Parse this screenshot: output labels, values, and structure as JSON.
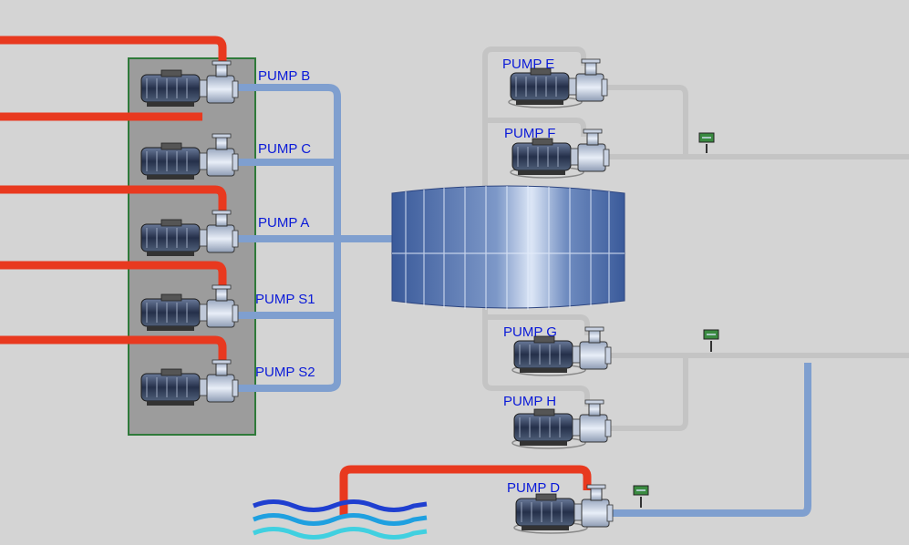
{
  "pumps": [
    {
      "id": "B",
      "label": "PUMP B"
    },
    {
      "id": "C",
      "label": "PUMP C"
    },
    {
      "id": "A",
      "label": "PUMP A"
    },
    {
      "id": "S1",
      "label": "PUMP S1"
    },
    {
      "id": "S2",
      "label": "PUMP S2"
    },
    {
      "id": "E",
      "label": "PUMP E"
    },
    {
      "id": "F",
      "label": "PUMP F"
    },
    {
      "id": "G",
      "label": "PUMP G"
    },
    {
      "id": "H",
      "label": "PUMP H"
    },
    {
      "id": "D",
      "label": "PUMP D"
    }
  ],
  "colors": {
    "background": "#d4d4d4",
    "hot_pipe": "#e8391f",
    "blue_pipe": "#7f9fcf",
    "gray_pipe": "#c4c4c4",
    "pump_bank": "#9c9c9c",
    "pump_bank_border": "#2f7a3a",
    "label": "#0a1ad8",
    "tank": "#4a6aa8",
    "water": [
      "#1f3fd0",
      "#1fa0e0",
      "#40d0e0"
    ]
  },
  "icons": [
    "motor-pump-icon",
    "valve-icon",
    "tank-icon",
    "water-icon"
  ]
}
